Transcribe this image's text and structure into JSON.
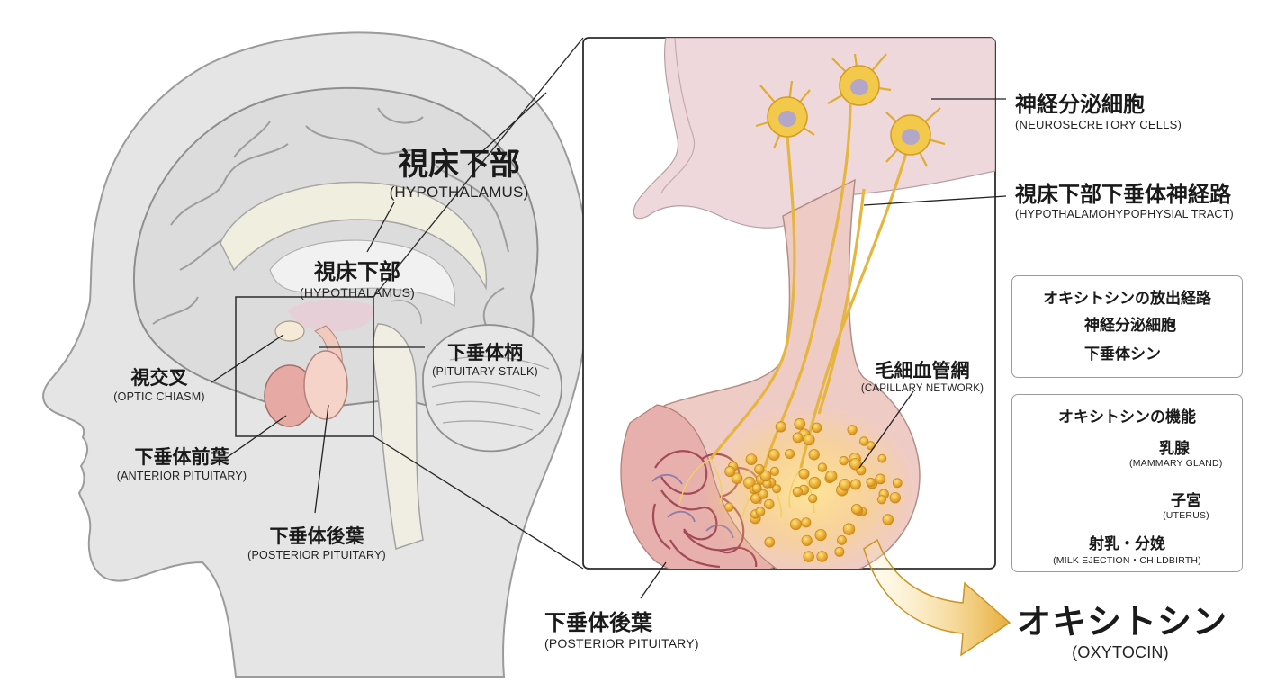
{
  "labels": {
    "hypothalamus_large": {
      "jp": "視床下部",
      "en": "(HYPOTHALAMUS)"
    },
    "hypothalamus_small": {
      "jp": "視床下部",
      "en": "(HYPOTHALAMUS)"
    },
    "pituitary_stalk": {
      "jp": "下垂体柄",
      "en": "(PITUITARY STALK)"
    },
    "optic_chiasm": {
      "jp": "視交叉",
      "en": "(OPTIC CHIASM)"
    },
    "anterior_pituitary": {
      "jp": "下垂体前葉",
      "en": "(ANTERIOR PITUITARY)"
    },
    "posterior_pituitary_left": {
      "jp": "下垂体後葉",
      "en": "(POSTERIOR PITUITARY)"
    },
    "posterior_pituitary_bottom": {
      "jp": "下垂体後葉",
      "en": "(POSTERIOR PITUITARY)"
    },
    "neurosecretory_cells": {
      "jp": "神経分泌細胞",
      "en": "(NEUROSECRETORY CELLS)"
    },
    "hypothalamohypophysial_tract": {
      "jp": "視床下部下垂体神経路",
      "en": "(HYPOTHALAMOHYPOPHYSIAL TRACT)"
    },
    "capillary_network": {
      "jp": "毛細血管網",
      "en": "(CAPILLARY NETWORK)"
    },
    "oxytocin": {
      "jp": "オキシトシン",
      "en": "(OXYTOCIN)"
    }
  },
  "legend": {
    "title": "オキシトシンの放出経路",
    "items": [
      {
        "label": "神経分泌細胞"
      },
      {
        "label": "下垂体シン"
      }
    ]
  },
  "function_panel": {
    "title": "オキシトシンの機能",
    "mammary": {
      "jp": "乳腺",
      "en": "(MAMMARY GLAND)"
    },
    "uterus": {
      "jp": "子宮",
      "en": "(UTERUS)"
    },
    "result": {
      "jp": "射乳・分娩",
      "en": "(MILK EJECTION・CHILDBIRTH)"
    }
  },
  "colors": {
    "neuron": "#f2c94c",
    "granule": "#e9a21f",
    "tissue": "#f6dfe0",
    "pituitary": "#eebcb8",
    "hypothalamus_tint": "#e8ccd6",
    "head": "#e4e4e4",
    "arrow": "#eab646"
  }
}
